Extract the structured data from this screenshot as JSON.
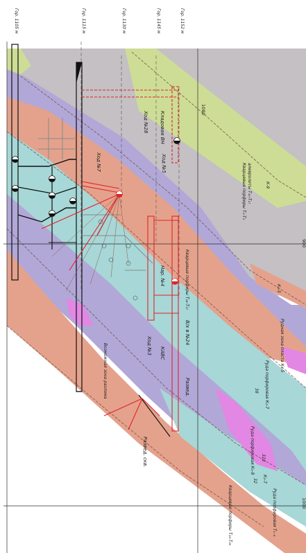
{
  "title": "",
  "horizons": [
    "Гор. 1105 м",
    "Гор. 1115 м",
    "Гор. 1130 м",
    "Гор. 1145 м",
    "Гор. 1152 м"
  ],
  "grid": {
    "x1080": "1080",
    "x900": "900",
    "x1000": "1000"
  },
  "workings": {
    "hod7": "Ход №7",
    "hod5": "Ход №5",
    "hod28": "Ход №28",
    "kladovaya": "Кладовая ВН",
    "nar4": "Нар. №4",
    "hod3": "Ход №3",
    "kavs": "КАВС",
    "vk24": "В/х в №24",
    "razved": "Развед.",
    "razved_skv": "Развед. скв."
  },
  "layers": {
    "quartz_green": "Кварцевые порфиры Т₁-Т₂",
    "aleurolite": "алевролиты Т₁₀-Т₁₇",
    "band_brown": "Кварцевые порфиры Т₁₆-Т₂₇",
    "k9": "К-9",
    "coal_seam": "Рудная зона пласта К₁-5",
    "coal_k7": "Руда порфировая К₃-7",
    "c38": "38",
    "ore_k8": "Руда порфировая К₃-8",
    "c322": "322",
    "c32": "32",
    "k5": "К₃-5",
    "k7b": "К₃-7",
    "lower": "Кварцевые порфиры Т₂₂-Т₂₆",
    "lower2": "Руда порфировая Т₁₋₆",
    "zone_fault": "Возможная зона разлома"
  },
  "colors": {
    "grey": "#c4c0c4",
    "yellowgreen": "#cddd96",
    "purple": "#b1a8d7",
    "salmon": "#e4a28c",
    "cyan": "#a7d7d7",
    "magenta": "#e287e3",
    "red": "#e3222a"
  }
}
